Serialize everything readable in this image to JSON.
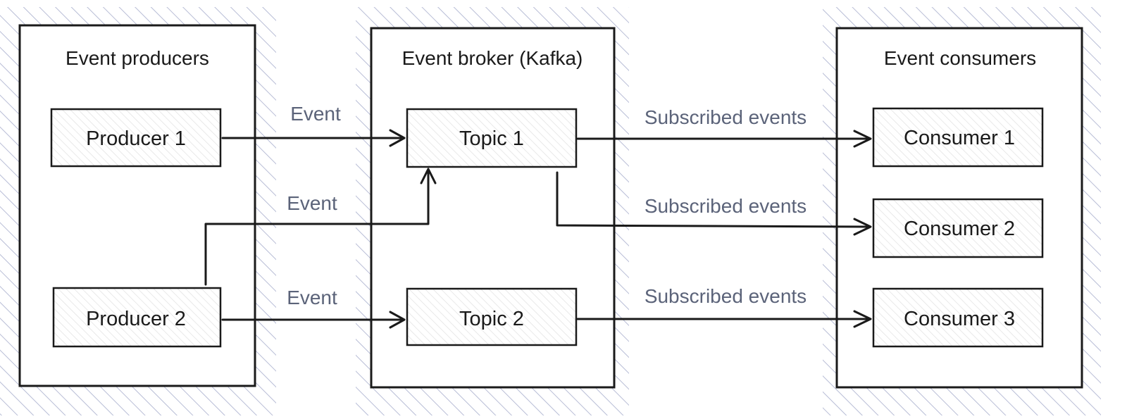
{
  "colors": {
    "hatch": "#b8bdd6",
    "stroke": "#1a1a1a",
    "edge_label": "#5b6379"
  },
  "panels": {
    "producers": {
      "title": "Event producers"
    },
    "broker": {
      "title": "Event broker (Kafka)"
    },
    "consumers": {
      "title": "Event consumers"
    }
  },
  "nodes": {
    "producer_1": "Producer 1",
    "producer_2": "Producer 2",
    "topic_1": "Topic 1",
    "topic_2": "Topic 2",
    "consumer_1": "Consumer 1",
    "consumer_2": "Consumer 2",
    "consumer_3": "Consumer 3"
  },
  "edges": {
    "p1_t1": "Event",
    "p2_t1": "Event",
    "p2_t2": "Event",
    "t1_c1": "Subscribed events",
    "t1_c2": "Subscribed events",
    "t2_c3": "Subscribed events"
  }
}
